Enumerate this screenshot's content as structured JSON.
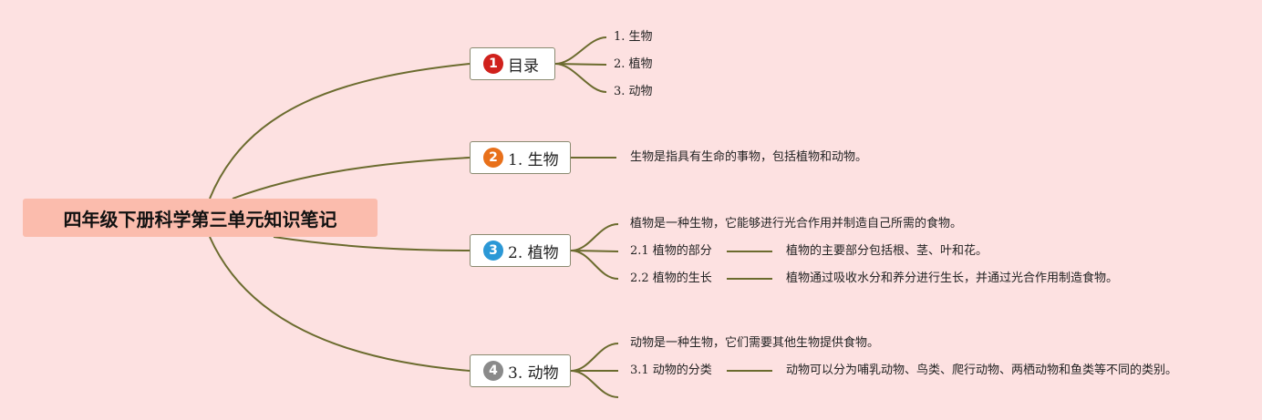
{
  "root": {
    "title": "四年级下册科学第三单元知识笔记"
  },
  "line_color": "#6b6b2e",
  "topics": [
    {
      "badge": "1",
      "badge_color": "#d0211c",
      "label": "目录"
    },
    {
      "badge": "2",
      "badge_color": "#e8701a",
      "label": "1. 生物"
    },
    {
      "badge": "3",
      "badge_color": "#2b98d6",
      "label": "2. 植物"
    },
    {
      "badge": "4",
      "badge_color": "#8a8a8a",
      "label": "3. 动物"
    }
  ],
  "toc": [
    "1. 生物",
    "2. 植物",
    "3. 动物"
  ],
  "biology": {
    "text": "生物是指具有生命的事物，包括植物和动物。"
  },
  "plants": {
    "intro": "植物是一种生物，它能够进行光合作用并制造自己所需的食物。",
    "parts_label": "2.1 植物的部分",
    "parts_text": "植物的主要部分包括根、茎、叶和花。",
    "growth_label": "2.2 植物的生长",
    "growth_text": "植物通过吸收水分和养分进行生长，并通过光合作用制造食物。"
  },
  "animals": {
    "intro": "动物是一种生物，它们需要其他生物提供食物。",
    "class_label": "3.1 动物的分类",
    "class_text": "动物可以分为哺乳动物、鸟类、爬行动物、两栖动物和鱼类等不同的类别。"
  }
}
